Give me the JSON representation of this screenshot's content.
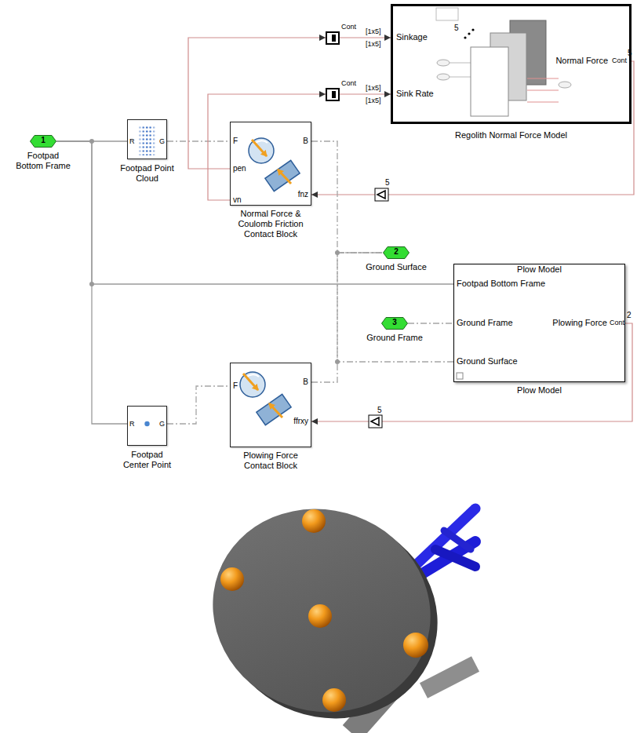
{
  "diagram": {
    "nodes": [
      {
        "text": [
          "1",
          "Footpad Bottom Frame"
        ]
      },
      {
        "text": [
          "R",
          "G",
          "Footpad Point Cloud"
        ]
      },
      {
        "text": [
          "F",
          "pen",
          "vn",
          "B",
          "fnz",
          "Normal Force & Coulomb Friction Contact Block"
        ]
      },
      {
        "text": [
          "Cont"
        ]
      },
      {
        "text": [
          "Cont"
        ]
      },
      {
        "text": [
          "Sinkage",
          "Sink Rate",
          "Normal Force",
          "Regolith Normal Force Model"
        ]
      },
      {
        "text": [
          "2",
          "Ground Surface"
        ]
      },
      {
        "text": [
          "Plow Model",
          "Footpad Bottom Frame",
          "Ground Frame",
          "Ground Surface",
          "Plowing Force",
          "Plow Model"
        ]
      },
      {
        "text": [
          "3",
          "Ground Frame"
        ]
      },
      {
        "text": [
          "R",
          "G",
          "Footpad Center Point"
        ]
      },
      {
        "text": [
          "F",
          "B",
          "ffrxy",
          "Plowing Force Contact Block"
        ]
      }
    ],
    "edges": [
      {
        "from": 0,
        "to": 1,
        "arrow": "none"
      },
      {
        "from": 0,
        "to": 7,
        "arrow": "none"
      },
      {
        "from": 0,
        "to": 9,
        "arrow": "none"
      },
      {
        "from": 1,
        "to": 2,
        "arrow": "none"
      },
      {
        "from": 2,
        "to": 3,
        "arrow": "to"
      },
      {
        "from": 2,
        "to": 4,
        "arrow": "to"
      },
      {
        "from": 3,
        "to": 5,
        "arrow": "to"
      },
      {
        "from": 4,
        "to": 5,
        "arrow": "to"
      },
      {
        "from": 5,
        "to": 2,
        "arrow": "to"
      },
      {
        "from": 2,
        "to": 6,
        "arrow": "none"
      },
      {
        "from": 7,
        "to": 6,
        "arrow": "none"
      },
      {
        "from": 8,
        "to": 7,
        "arrow": "none"
      },
      {
        "from": 9,
        "to": 10,
        "arrow": "none"
      },
      {
        "from": 10,
        "to": 6,
        "arrow": "none"
      },
      {
        "from": 7,
        "to": 10,
        "arrow": "to"
      }
    ],
    "labels": [
      "[1x5]",
      "[1x5]",
      "[1x5]",
      "[1x5]",
      "5",
      "Cont",
      "5",
      "5",
      "Cont",
      "2",
      "5"
    ]
  }
}
